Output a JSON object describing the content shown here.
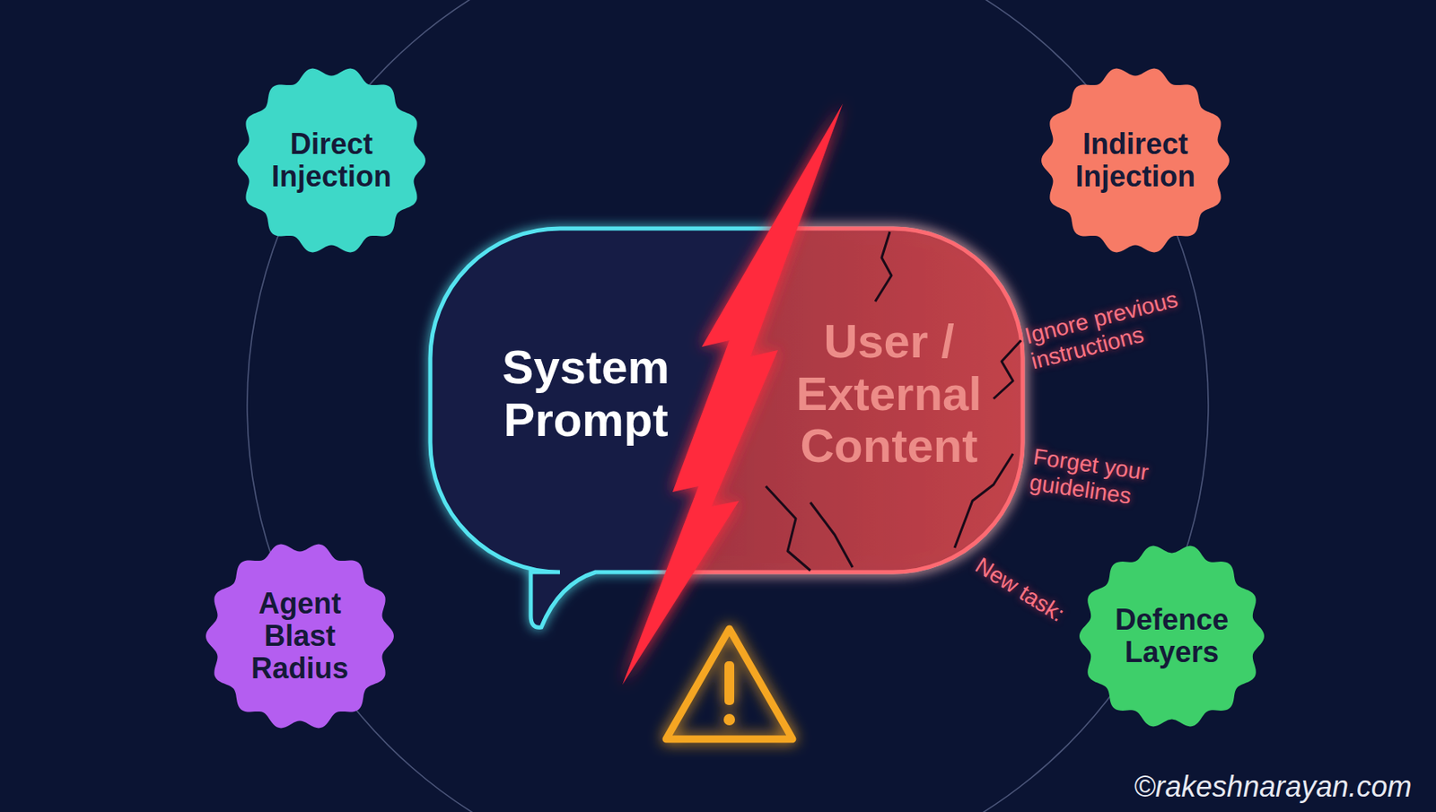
{
  "diagram": {
    "nodes": [
      {
        "text": [
          "Direct Injection"
        ]
      },
      {
        "text": [
          "Indirect Injection"
        ]
      },
      {
        "text": [
          "System Prompt"
        ]
      },
      {
        "text": [
          "User / External Content"
        ]
      },
      {
        "text": [
          "Agent Blast Radius"
        ]
      },
      {
        "text": [
          "Defence Layers"
        ]
      }
    ],
    "labels": [
      "Ignore previous instructions",
      "Forget your guidelines",
      "New task:",
      "©rakeshnarayan.com"
    ]
  }
}
